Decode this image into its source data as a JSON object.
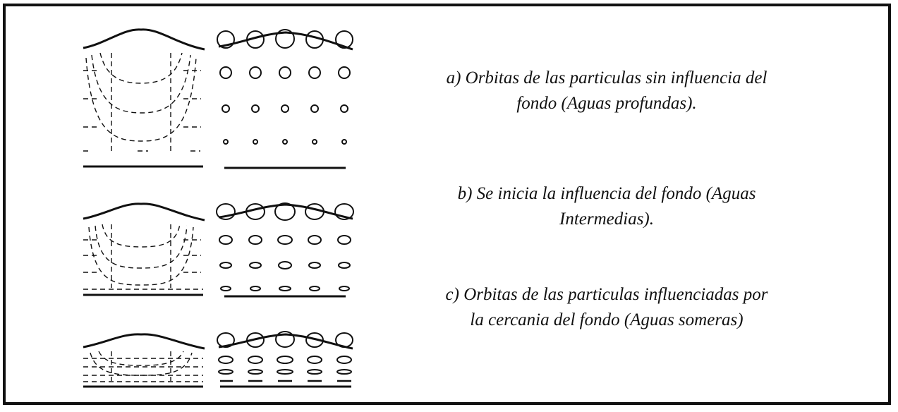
{
  "captions": {
    "a_line1": "a) Orbitas de las particulas sin influencia del",
    "a_line2": "fondo (Aguas profundas).",
    "b_line1": "b) Se inicia la influencia del fondo (Aguas",
    "b_line2": "Intermedias).",
    "c_line1": "c) Orbitas de las particulas influenciadas por",
    "c_line2": "la cercania del fondo (Aguas someras)"
  },
  "colors": {
    "ink": "#111111",
    "background": "#ffffff"
  }
}
